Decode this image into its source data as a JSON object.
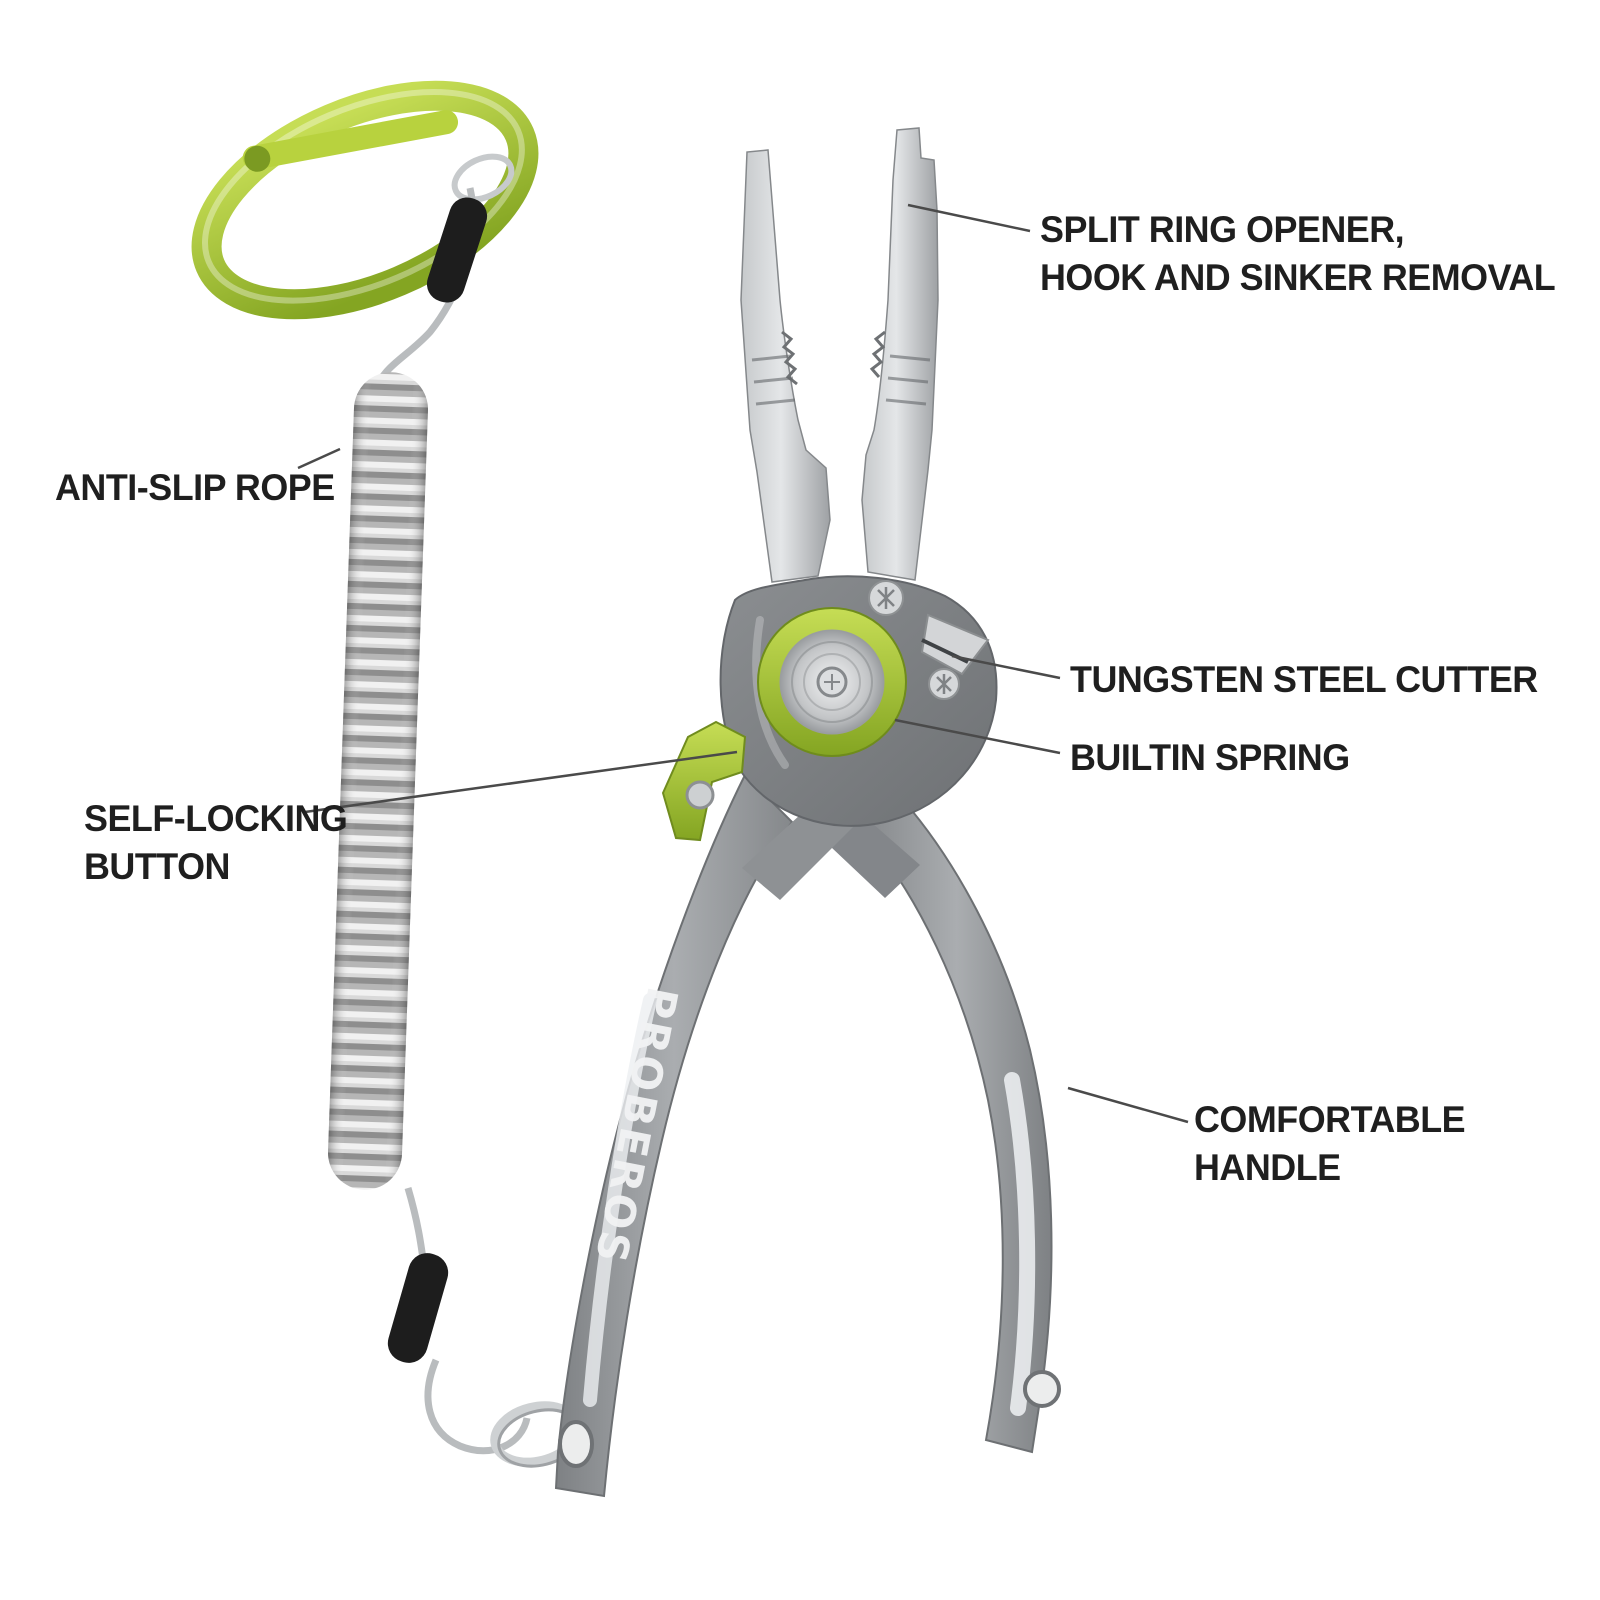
{
  "brand": {
    "name": "PROBEROS"
  },
  "colors": {
    "background": "#ffffff",
    "accent_green": "#9fc53b",
    "metal_gray": "#8d9093",
    "jaw_silver": "#c6c9cb",
    "rubber_black": "#1d1d1d",
    "label_text": "#1f1f1f",
    "callout_line": "#4a4a4a"
  },
  "callouts": {
    "split_ring": {
      "line1": "SPLIT RING OPENER,",
      "line2": "HOOK AND SINKER REMOVAL"
    },
    "anti_slip": {
      "label": "ANTI-SLIP ROPE"
    },
    "tungsten": {
      "label": "TUNGSTEN STEEL CUTTER"
    },
    "spring": {
      "label": "BUILTIN SPRING"
    },
    "self_lock": {
      "line1": "SELF-LOCKING",
      "line2": "BUTTON"
    },
    "handle": {
      "line1": "COMFORTABLE",
      "line2": "HANDLE"
    }
  }
}
